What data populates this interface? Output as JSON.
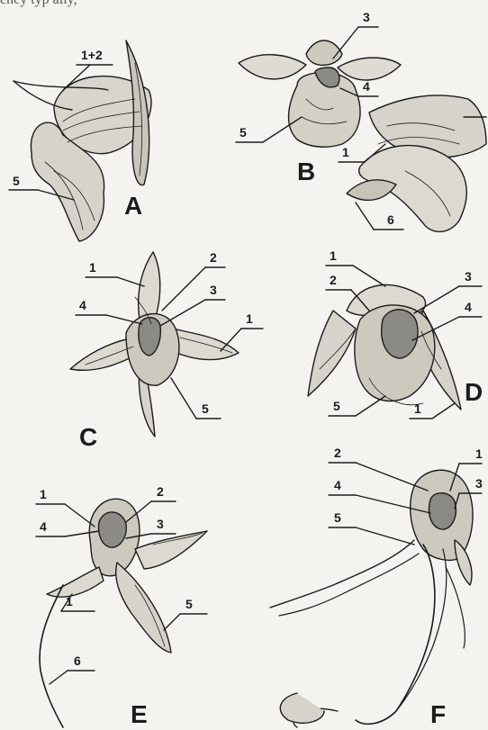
{
  "figure": {
    "top_text": "ency typ                                                  ally, ",
    "panels": [
      {
        "letter": "A",
        "labels": [
          "1+2",
          "5"
        ]
      },
      {
        "letter": "B",
        "labels": [
          "3",
          "4",
          "5",
          "1",
          "6"
        ]
      },
      {
        "letter": "C",
        "labels": [
          "1",
          "2",
          "3",
          "4",
          "1",
          "5"
        ]
      },
      {
        "letter": "D",
        "labels": [
          "1",
          "2",
          "3",
          "4",
          "5",
          "1"
        ]
      },
      {
        "letter": "E",
        "labels": [
          "1",
          "2",
          "4",
          "3",
          "1",
          "5",
          "6"
        ]
      },
      {
        "letter": "F",
        "labels": [
          "2",
          "1",
          "4",
          "3",
          "5"
        ]
      }
    ]
  },
  "colors": {
    "ink": "#1c1c1c",
    "paper": "#f4f3ef",
    "shade": "#b9b6ad"
  }
}
